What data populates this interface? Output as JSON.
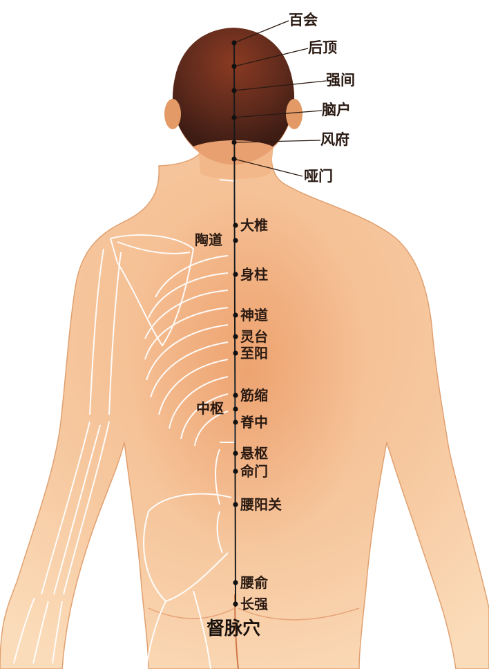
{
  "caption": "督脉穴",
  "head_points": [
    {
      "name": "百会"
    },
    {
      "name": "后顶"
    },
    {
      "name": "强间"
    },
    {
      "name": "脑户"
    },
    {
      "name": "风府"
    },
    {
      "name": "哑门"
    }
  ],
  "spine_points": [
    {
      "name": "大椎"
    },
    {
      "name": "陶道"
    },
    {
      "name": "身柱"
    },
    {
      "name": "神道"
    },
    {
      "name": "灵台"
    },
    {
      "name": "至阳"
    },
    {
      "name": "筋缩"
    },
    {
      "name": "中枢"
    },
    {
      "name": "脊中"
    },
    {
      "name": "悬枢"
    },
    {
      "name": "命门"
    },
    {
      "name": "腰阳关"
    },
    {
      "name": "腰俞"
    },
    {
      "name": "长强"
    }
  ],
  "colors": {
    "background": "#ffffff",
    "skin_light": "#fbd9b3",
    "skin_dark": "#e8945e",
    "hair": "#5a2a1c",
    "bone_outline": "#ffffff",
    "meridian_line": "#1a1a1a",
    "text": "#2a1a12"
  }
}
